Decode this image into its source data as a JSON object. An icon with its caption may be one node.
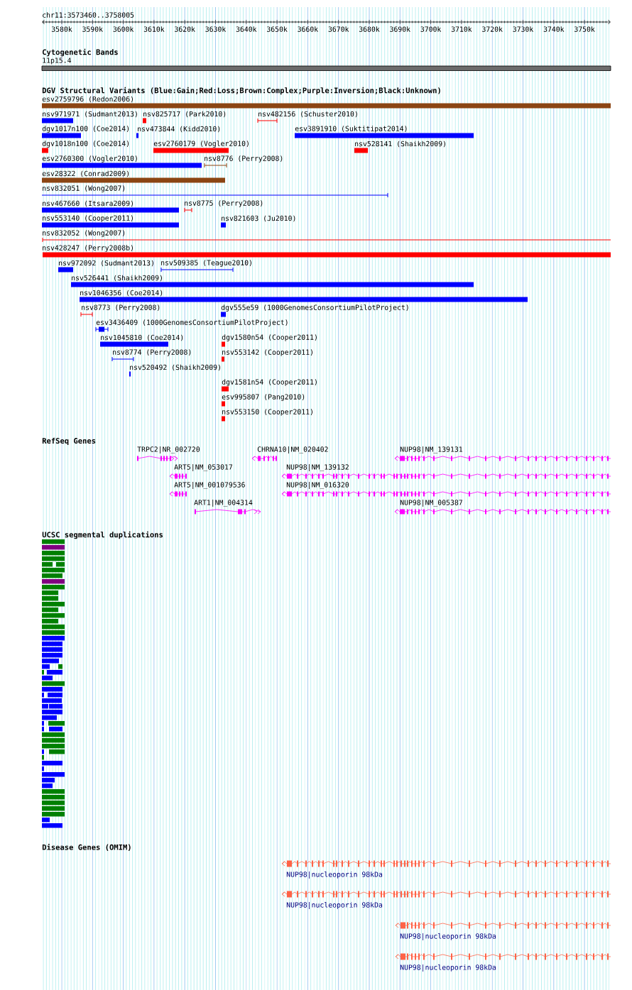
{
  "diagram": {
    "labels": [
      "chr11:3573460..3758005",
      "3580k",
      "3590k",
      "3600k",
      "3610k",
      "3620k",
      "3630k",
      "3640k",
      "3650k",
      "3660k",
      "3670k",
      "3680k",
      "3690k",
      "3700k",
      "3710k",
      "3720k",
      "3730k",
      "3740k",
      "3750k",
      "Cytogenetic Bands",
      "11p15.4",
      "DGV Structural Variants (Blue:Gain;Red:Loss;Brown:Complex;Purple:Inversion;Black:Unknown)",
      "esv2759796 (Redon2006)",
      "nsv971971 (Sudmant2013)",
      "nsv825717 (Park2010)",
      "nsv482156 (Schuster2010)",
      "dgv1017n100 (Coe2014)",
      "nsv473844 (Kidd2010)",
      "esv3891910 (Suktitipat2014)",
      "dgv1018n100 (Coe2014)",
      "esv2760179 (Vogler2010)",
      "nsv528141 (Shaikh2009)",
      "esv2760300 (Vogler2010)",
      "nsv8776 (Perry2008)",
      "esv28322 (Conrad2009)",
      "nsv832051 (Wong2007)",
      "nsv467660 (Itsara2009)",
      "nsv8775 (Perry2008)",
      "nsv553140 (Cooper2011)",
      "nsv821603 (Ju2010)",
      "nsv832052 (Wong2007)",
      "nsv428247 (Perry2008b)",
      "nsv972092 (Sudmant2013)",
      "nsv509385 (Teague2010)",
      "nsv526441 (Shaikh2009)",
      "nsv1046356 (Coe2014)",
      "nsv8773 (Perry2008)",
      "dgv555e59 (1000GenomesConsortiumPilotProject)",
      "esv3436409 (1000GenomesConsortiumPilotProject)",
      "nsv1045810 (Coe2014)",
      "dgv1580n54 (Cooper2011)",
      "nsv8774 (Perry2008)",
      "nsv553142 (Cooper2011)",
      "nsv520492 (Shaikh2009)",
      "dgv1581n54 (Cooper2011)",
      "esv995807 (Pang2010)",
      "nsv553150 (Cooper2011)",
      "RefSeq Genes",
      "TRPC2|NR_002720",
      "CHRNA10|NM_020402",
      "NUP98|NM_139131",
      "ART5|NM_053017",
      "NUP98|NM_139132",
      "ART5|NM_001079536",
      "NUP98|NM_016320",
      "ART1|NM_004314",
      "NUP98|NM_005387",
      "UCSC segmental duplications",
      "Disease Genes (OMIM)",
      "NUP98|nucleoporin 98kDa",
      "NUP98|nucleoporin 98kDa",
      "NUP98|nucleoporin 98kDa",
      "NUP98|nucleoporin 98kDa"
    ]
  }
}
